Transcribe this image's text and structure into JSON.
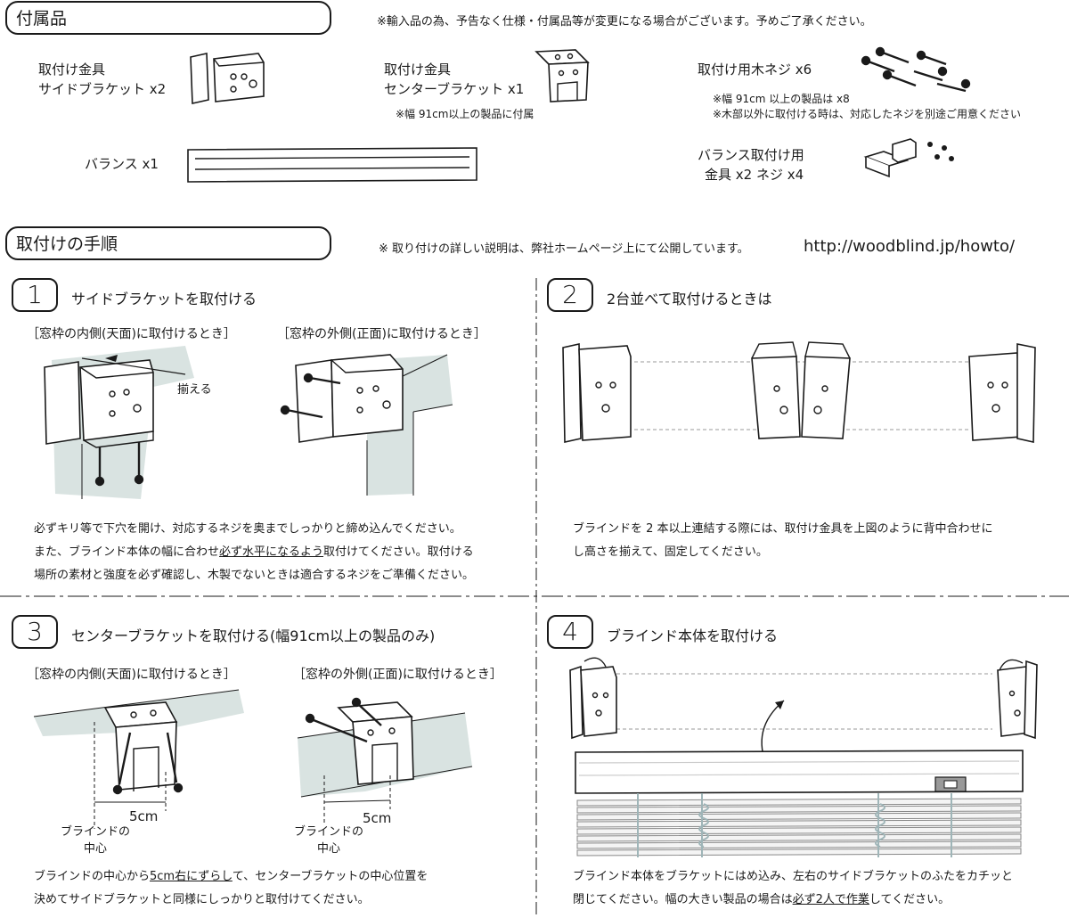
{
  "accessories": {
    "title": "付属品",
    "notice": "※輸入品の為、予告なく仕様・付属品等が変更になる場合がございます。予めご了承ください。",
    "side_bracket_line1": "取付け金具",
    "side_bracket_line2": "サイドブラケット x2",
    "center_bracket_line1": "取付け金具",
    "center_bracket_line2": "センターブラケット x1",
    "center_bracket_note": "※幅 91cm以上の製品に付属",
    "screw_label": "取付け用木ネジ x6",
    "screw_note1": "※幅 91cm 以上の製品は x8",
    "screw_note2": "※木部以外に取付ける時は、対応したネジを別途ご用意ください",
    "valance_label": "バランス x1",
    "valance_fitting_line1": "バランス取付け用",
    "valance_fitting_line2": "金具 x2  ネジ x4"
  },
  "procedure": {
    "title": "取付けの手順",
    "notice": "※ 取り付けの詳しい説明は、弊社ホームページ上にて公開しています。",
    "url": "http://woodblind.jp/howto/"
  },
  "step1": {
    "number": "1",
    "title": "サイドブラケットを取付ける",
    "caption_inside": "［窓枠の内側(天面)に取付けるとき］",
    "caption_outside": "［窓枠の外側(正面)に取付けるとき］",
    "align_label": "揃える",
    "text_line1": "必ずキリ等で下穴を開け、対応するネジを奥までしっかりと締め込んでください。",
    "text_line2_a": "また、ブラインド本体の幅に合わせ",
    "text_line2_u": "必ず水平になるよう",
    "text_line2_b": "取付けてください。取付ける",
    "text_line3": "場所の素材と強度を必ず確認し、木製でないときは適合するネジをご準備ください。"
  },
  "step2": {
    "number": "2",
    "title": "2台並べて取付けるときは",
    "text_line1": "ブラインドを 2 本以上連結する際には、取付け金具を上図のように背中合わせに",
    "text_line2": "し高さを揃えて、固定してください。"
  },
  "step3": {
    "number": "3",
    "title": "センターブラケットを取付ける(幅91cm以上の製品のみ)",
    "caption_inside": "［窓枠の内側(天面)に取付けるとき］",
    "caption_outside": "［窓枠の外側(正面)に取付けるとき］",
    "center_label_1": "ブラインドの",
    "center_label_2": "中心",
    "offset_label": "5cm",
    "text_line1_a": "ブラインドの中心から",
    "text_line1_u": "5cm右にずらし",
    "text_line1_b": "て、センターブラケットの中心位置を",
    "text_line2": "決めてサイドブラケットと同様にしっかりと取付けてください。"
  },
  "step4": {
    "number": "4",
    "title": "ブラインド本体を取付ける",
    "text_line1": "ブラインド本体をブラケットにはめ込み、左右のサイドブラケットのふたをカチッと",
    "text_line2_a": "閉じてください。幅の大きい製品の場合は",
    "text_line2_u": "必ず2人で作業",
    "text_line2_b": "してください。"
  },
  "colors": {
    "wall": "#d9e3e1",
    "line": "#1a1a1a"
  },
  "icons": [
    "side-bracket-icon",
    "center-bracket-icon",
    "screw-icon",
    "valance-icon",
    "valance-fitting-icon",
    "rotate-arrow-icon"
  ]
}
